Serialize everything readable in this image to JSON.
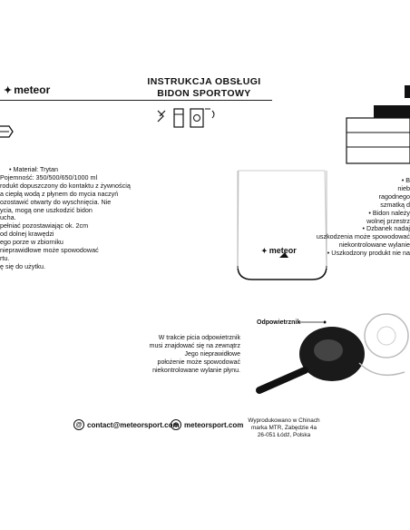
{
  "header": {
    "brand": "meteor",
    "title_line1": "INSTRUKCJA OBSŁUGI",
    "title_line2": "BIDON SPORTOWY",
    "accent_color": "#111111"
  },
  "left_column": {
    "lines": [
      "• Materiał: Trytan",
      "Pojemność: 350/500/650/1000 ml",
      "rodukt dopuszczony do kontaktu z żywnością",
      "a ciepłą wodą z płynem do mycia naczyń",
      "ozostawić otwarty do wyschnięcia. Nie",
      "ycia, mogą one uszkodzić bidon",
      "ucha.",
      "pełniać pozostawiając ok. 2cm",
      "od dolnej krawędzi",
      "ego porze w zbiorniku",
      "nieprawidłowe może spowodować",
      "rtu.",
      "ę się do użytku."
    ]
  },
  "bottle_brand": "meteor",
  "right_column": {
    "lines": [
      "• B",
      "nieb",
      "ragodnego",
      "szmatką d",
      "• Bidon należy",
      "wolnej przestrz",
      "• Dzbanek nadaj",
      "uszkodzenia może spowodować",
      "niekontrolowane wylanie",
      "• Uszkodzony produkt nie na"
    ]
  },
  "callout": {
    "label": "Odpowietrznik",
    "lines": [
      "W trakcie picia odpowietrznik",
      "musi znajdować się na zewnątrz",
      "Jego nieprawidłowe",
      "położenie może spowodować",
      "niekontrolowane wylanie płynu."
    ]
  },
  "footer": {
    "email": "contact@meteorsport.com",
    "website": "meteorsport.com",
    "address_lines": [
      "Wyprodukowano w Chinach",
      "marka MTR, Zabędzie 4a",
      "26-051 Łódź, Polska"
    ]
  },
  "icons": [
    "meteor-logo-icon",
    "email-icon",
    "web-icon",
    "bottle-top-icon",
    "glass-icon",
    "dishwasher-icon",
    "valve-diagram-icon"
  ]
}
